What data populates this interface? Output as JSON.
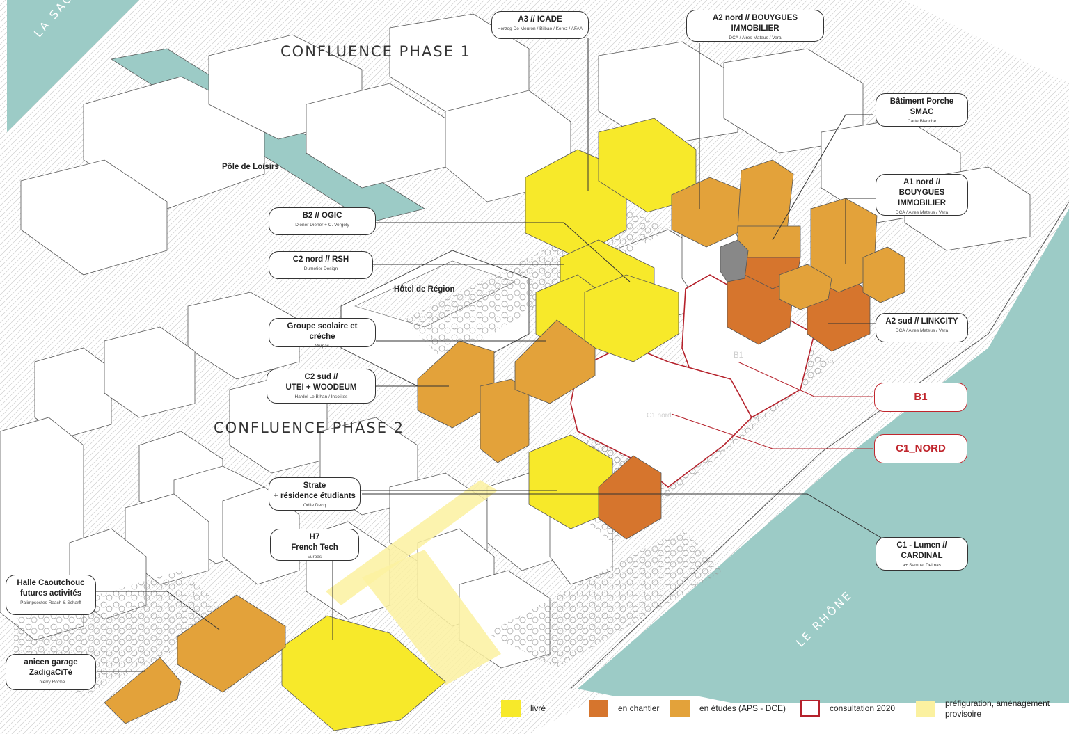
{
  "titles": {
    "phase1": "CONFLUENCE PHASE 1",
    "phase2": "CONFLUENCE PHASE 2"
  },
  "places": {
    "pole_loisirs": "Pôle de Loisirs",
    "hotel_region": "Hôtel de Région",
    "b1_ghost": "B1",
    "c1_ghost": "C1 nord"
  },
  "rivers": {
    "saone": "LA SAÔNE",
    "rhone": "LE RHÔNE"
  },
  "callouts": [
    {
      "id": "a3",
      "title": "A3  // ICADE",
      "sub": "Herzog De Meuron / Bilbao / Kerez / AFAA"
    },
    {
      "id": "a2nord",
      "title": "A2 nord // BOUYGUES\nIMMOBILIER",
      "sub": "DCA / Aires Mateus / Vera"
    },
    {
      "id": "porche",
      "title": "Bâtiment Porche\nSMAC",
      "sub": "Carte Blanche"
    },
    {
      "id": "a1nord",
      "title": "A1 nord // BOUYGUES\nIMMOBILIER",
      "sub": "DCA / Aires Mateus / Vera"
    },
    {
      "id": "b2",
      "title": "B2 // OGIC",
      "sub": "Diener Diener + C. Vergely"
    },
    {
      "id": "c2nord",
      "title": "C2 nord // RSH",
      "sub": "Dumetier Design"
    },
    {
      "id": "groupe",
      "title": "Groupe scolaire et crèche",
      "sub": "Vurpas"
    },
    {
      "id": "c2sud",
      "title": "C2 sud  //\nUTEI + WOODEUM",
      "sub": "Hardel Le Bihan / Insolites"
    },
    {
      "id": "a2sud",
      "title": "A2 sud // LINKCITY",
      "sub": "DCA / Aires Mateus / Vera"
    },
    {
      "id": "strate",
      "title": "Strate\n+ résidence étudiants",
      "sub": "Odile Decq"
    },
    {
      "id": "h7",
      "title": "H7\nFrench Tech",
      "sub": "Vurpas"
    },
    {
      "id": "c1",
      "title": "C1 - Lumen //\nCARDINAL",
      "sub": "a+ Samuel Delmas"
    },
    {
      "id": "halle",
      "title": "Halle Caoutchouc\nfutures activités",
      "sub": "Palimpsestes Reach & Scharff"
    },
    {
      "id": "garage",
      "title": "anicen garage\nZadigaCiTé",
      "sub": "Thierry Roche"
    }
  ],
  "red_callouts": {
    "b1": "B1",
    "c1nord": "C1_NORD"
  },
  "legend": [
    {
      "label": "livré",
      "color": "#f7e92a",
      "kind": "fill"
    },
    {
      "label": "en chantier",
      "color": "#d6752d",
      "kind": "fill"
    },
    {
      "label": "en études (APS - DCE)",
      "color": "#e3a23a",
      "kind": "fill"
    },
    {
      "label": "consultation 2020",
      "color": "#b5212b",
      "kind": "outline"
    },
    {
      "label": "préfiguration, aménagement provisoire",
      "color": "#fbf1a0",
      "kind": "fill"
    }
  ],
  "colors": {
    "water": "#9ccbc6",
    "livre": "#f7e92a",
    "chantier": "#d6752d",
    "etudes": "#e3a23a",
    "consultation": "#b5212b",
    "prefig": "#fbf1a0"
  }
}
